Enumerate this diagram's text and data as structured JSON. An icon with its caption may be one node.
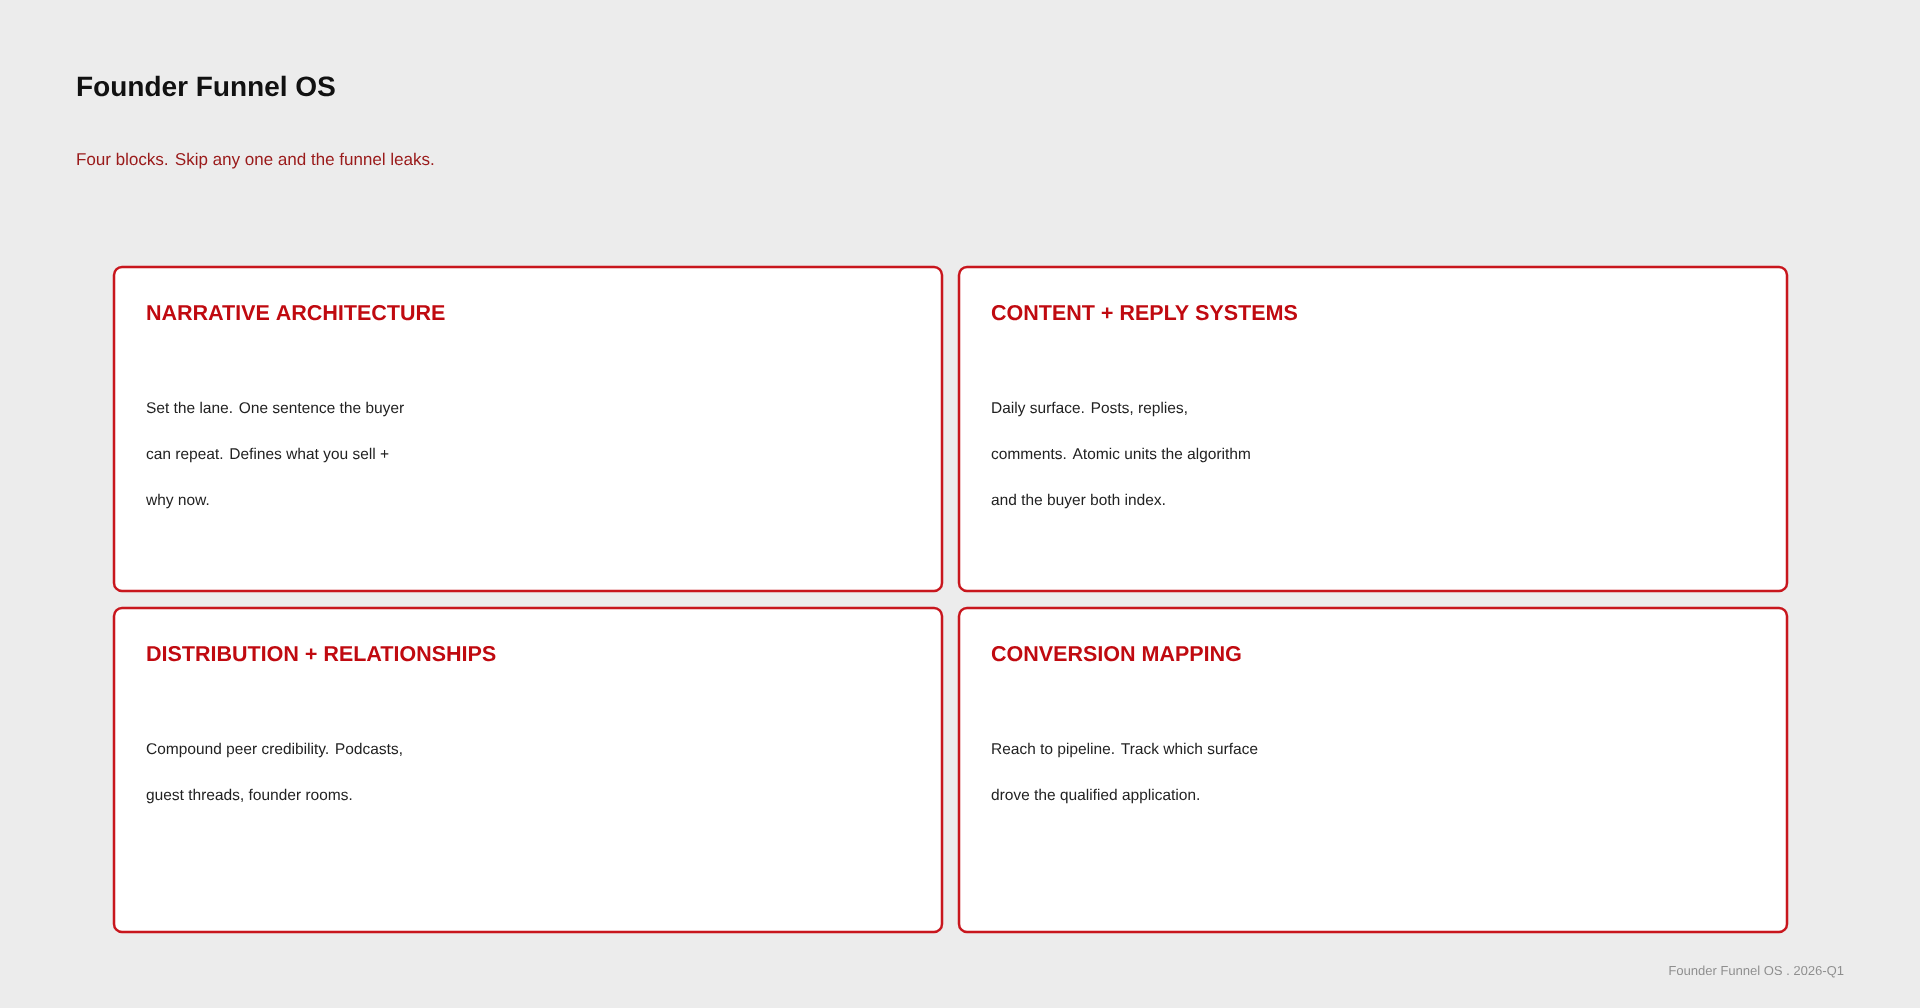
{
  "diagram": {
    "title": "Founder Funnel OS",
    "nodes": [
      {
        "text": [
          "NARRATIVE ARCHITECTURE",
          "Set the lane. One sentence the buyer can repeat. Defines what you sell + why now."
        ]
      },
      {
        "text": [
          "CONTENT + REPLY SYSTEMS",
          "Daily surface. Posts, replies, comments. Atomic units the algorithm and the buyer both index."
        ]
      },
      {
        "text": [
          "DISTRIBUTION + RELATIONSHIPS",
          "Compound peer credibility. Podcasts, guest threads, founder rooms."
        ]
      },
      {
        "text": [
          "CONVERSION MAPPING",
          "Reach to pipeline. Track which surface drove the qualified application."
        ]
      }
    ],
    "labels": [
      "Four blocks. Skip any one and the funnel leaks.",
      "Founder Funnel OS . 2026-Q1"
    ]
  }
}
